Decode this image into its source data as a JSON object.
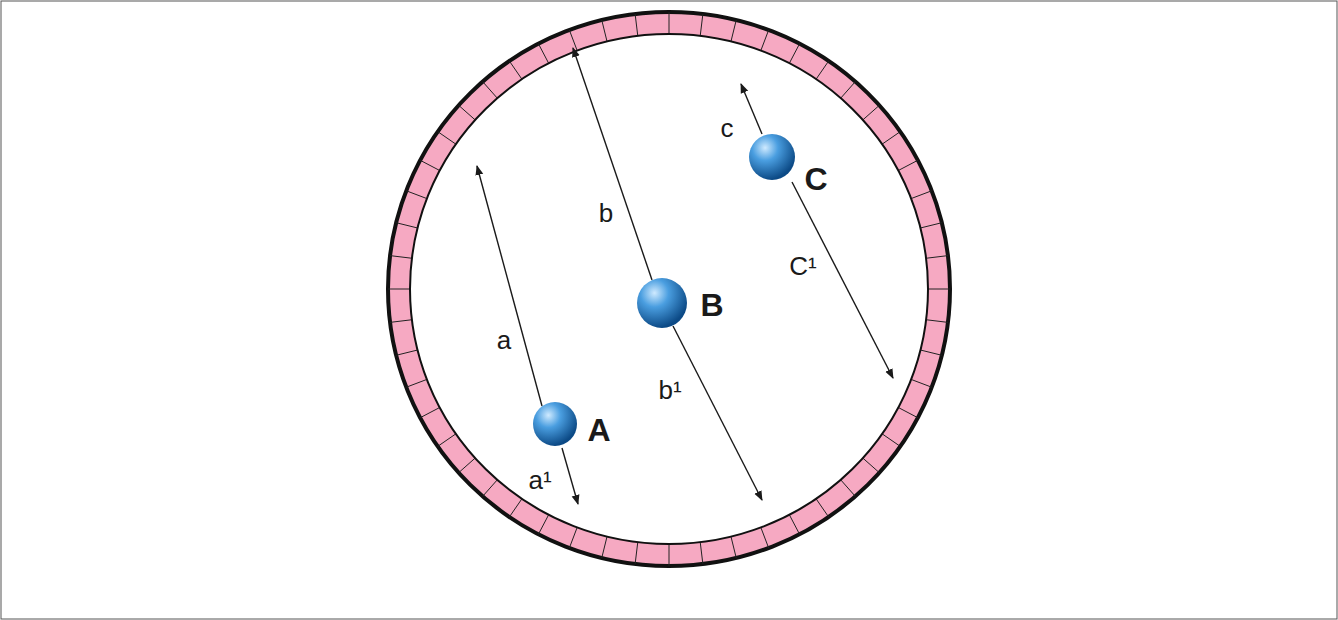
{
  "diagram": {
    "nodes": [
      {
        "text": [
          "C"
        ]
      },
      {
        "text": [
          "B"
        ]
      },
      {
        "text": [
          "A"
        ]
      }
    ],
    "labels": [
      "c",
      "b",
      "C¹",
      "a",
      "b¹",
      "a¹"
    ]
  }
}
